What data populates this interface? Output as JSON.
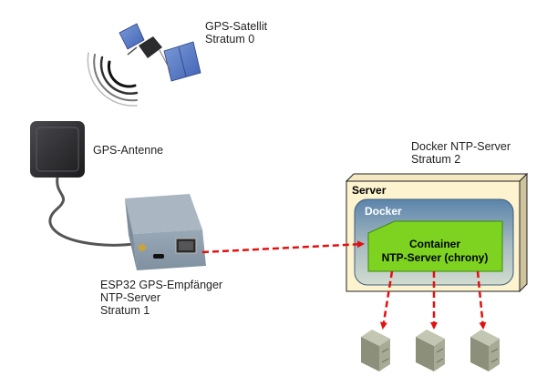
{
  "satellite": {
    "name": "GPS-Satellit",
    "stratum": "Stratum 0"
  },
  "antenna": {
    "name": "GPS-Antenne"
  },
  "receiver": {
    "name": "ESP32 GPS-Empfänger",
    "role": "NTP-Server",
    "stratum": "Stratum 1"
  },
  "docker_server": {
    "name": "Docker NTP-Server",
    "stratum": "Stratum 2"
  },
  "server_box": {
    "label": "Server"
  },
  "docker_box": {
    "label": "Docker"
  },
  "container_box": {
    "line1": "Container",
    "line2": "NTP-Server (chrony)"
  },
  "clients": {
    "count": 3
  },
  "colors": {
    "arrow": "#e31010",
    "container": "#7ed321",
    "server_bg": "#fdf3cf",
    "docker_top": "#5f87ad",
    "docker_bottom": "#c9d6cc"
  }
}
